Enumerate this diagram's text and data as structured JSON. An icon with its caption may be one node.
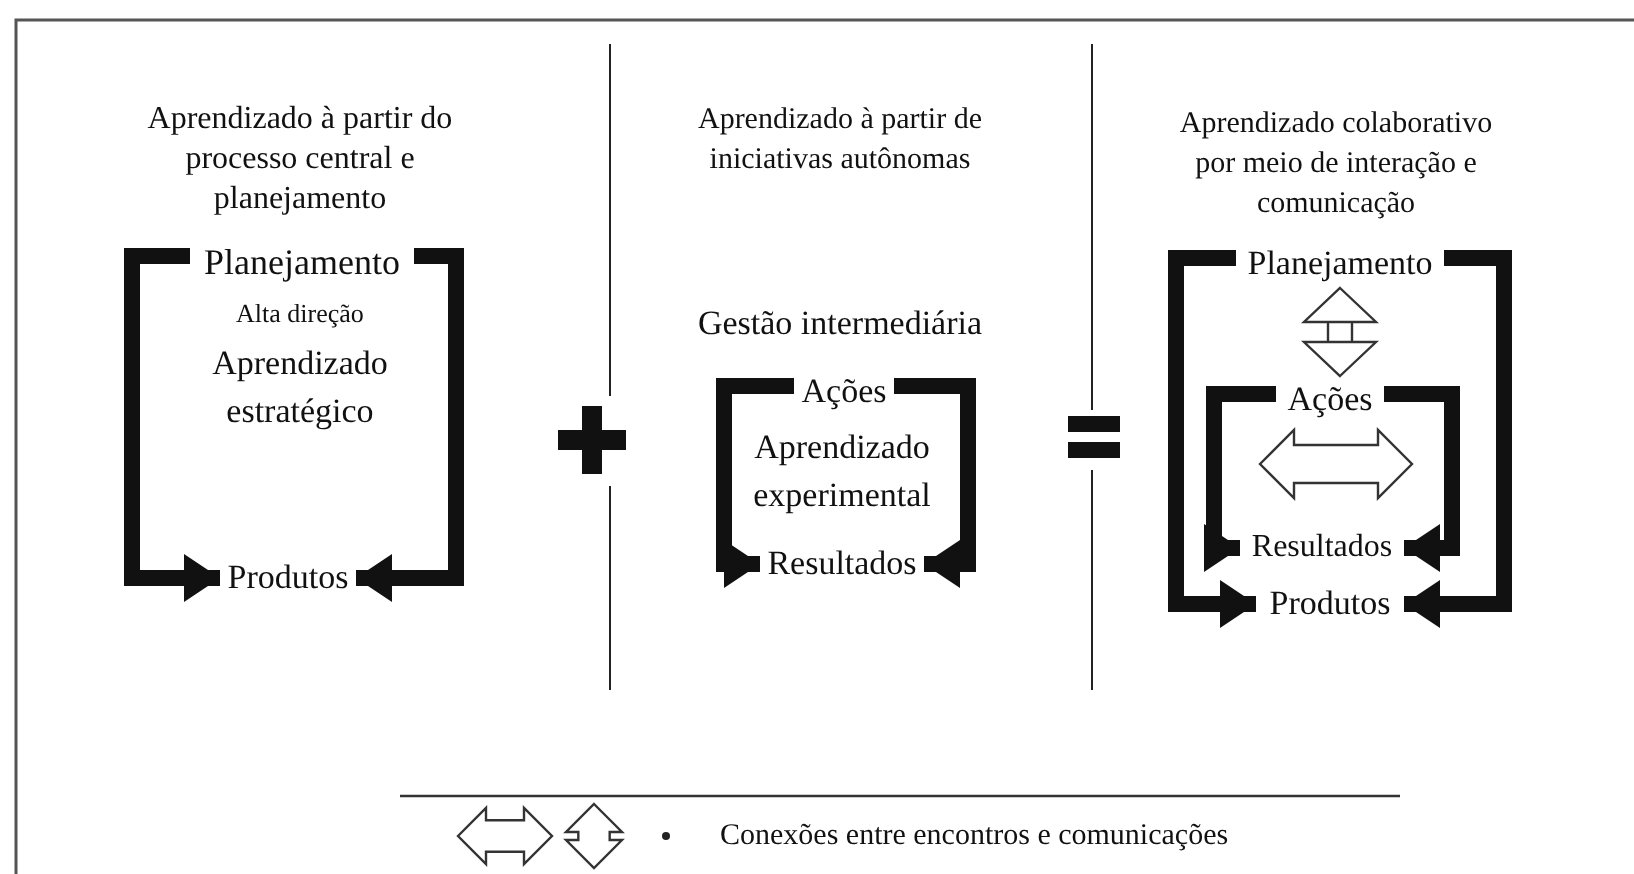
{
  "diagram": {
    "nodes": [
      {
        "text": [
          "Planejamento"
        ]
      },
      {
        "text": [
          "Produtos"
        ]
      },
      {
        "text": [
          "Ações"
        ]
      },
      {
        "text": [
          "Resultados"
        ]
      },
      {
        "text": [
          "Planejamento"
        ]
      },
      {
        "text": [
          "Ações"
        ]
      },
      {
        "text": [
          "Resultados"
        ]
      },
      {
        "text": [
          "Produtos"
        ]
      }
    ],
    "edges": [
      {
        "from": 0,
        "to": 1,
        "arrow": "to"
      },
      {
        "from": 0,
        "to": 1,
        "arrow": "to"
      },
      {
        "from": 2,
        "to": 3,
        "arrow": "to"
      },
      {
        "from": 2,
        "to": 3,
        "arrow": "to"
      },
      {
        "from": 4,
        "to": 7,
        "arrow": "to"
      },
      {
        "from": 4,
        "to": 7,
        "arrow": "to"
      },
      {
        "from": 5,
        "to": 6,
        "arrow": "to"
      },
      {
        "from": 5,
        "to": 6,
        "arrow": "to"
      },
      {
        "from": 4,
        "to": 5,
        "arrow": "both"
      }
    ],
    "labels": [
      "Aprendizado à partir do processo central e planejamento",
      "Alta direção",
      "Aprendizado estratégico",
      "Aprendizado à partir de iniciativas autônomas",
      "Gestão intermediária",
      "Aprendizado experimental",
      "Aprendizado colaborativo por meio de interação e comunicação"
    ],
    "legend": [
      {
        "text": "Conexões entre encontros e comunicações"
      }
    ]
  }
}
